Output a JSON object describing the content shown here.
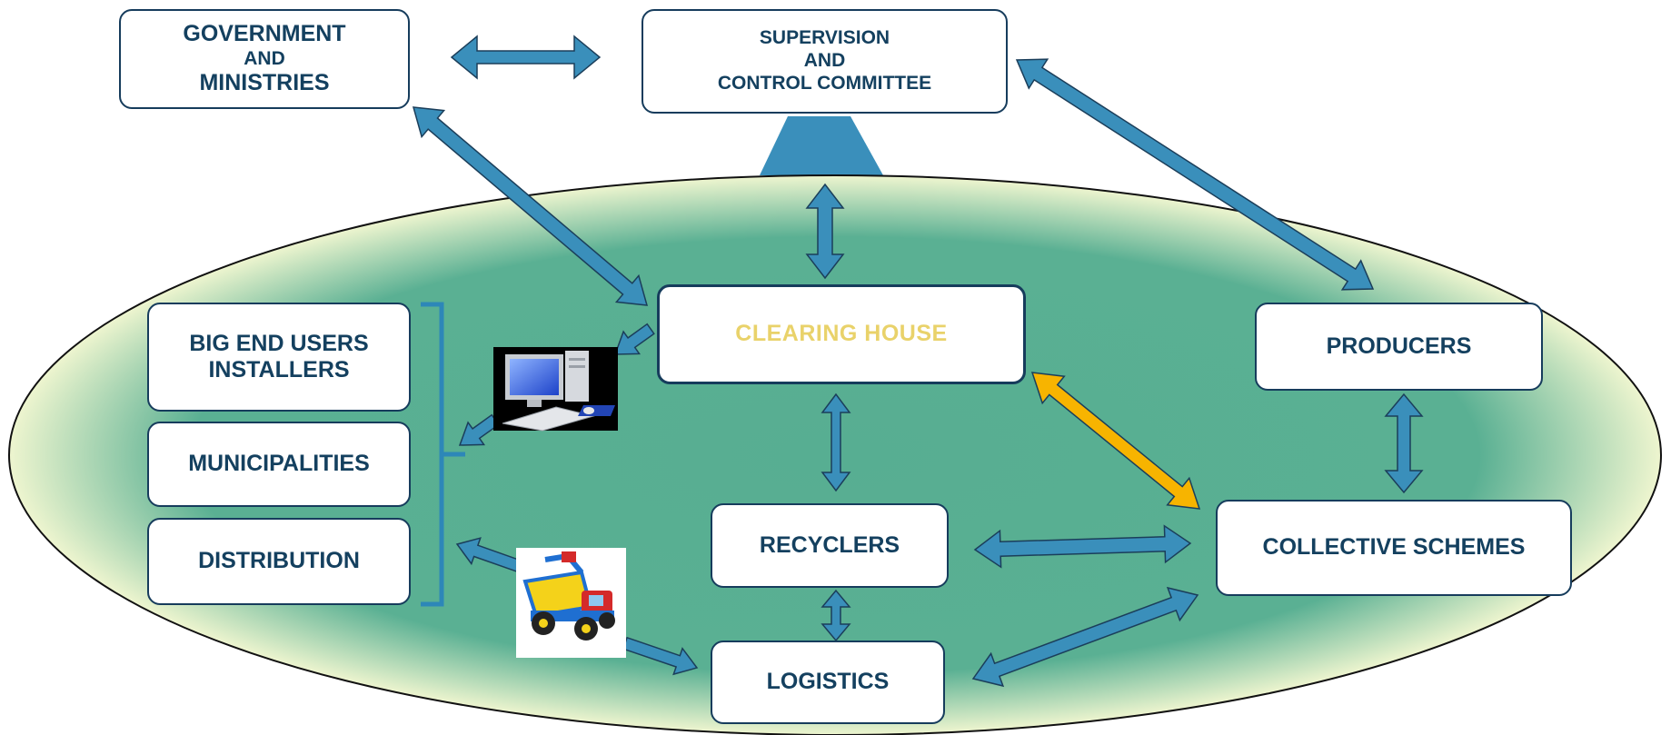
{
  "colors": {
    "ellipse_center": "#57ae92",
    "ellipse_edge": "#eef5cf",
    "arrow_blue": "#3a8fbb",
    "arrow_orange": "#f7b400",
    "box_border": "#163c5c",
    "box_text": "#14405f",
    "clearing_text": "#e9d26a",
    "bracket": "#2d87b8"
  },
  "boxes": {
    "government": {
      "line1": "GOVERNMENT",
      "line2": "AND",
      "line3": "MINISTRIES"
    },
    "supervision": {
      "line1": "SUPERVISION",
      "line2": "AND",
      "line3": "CONTROL COMMITTEE"
    },
    "clearing_house": {
      "label": "CLEARING HOUSE"
    },
    "big_end_users": {
      "line1": "BIG END USERS",
      "line2": "INSTALLERS"
    },
    "municipalities": {
      "label": "MUNICIPALITIES"
    },
    "distribution": {
      "label": "DISTRIBUTION"
    },
    "producers": {
      "label": "PRODUCERS"
    },
    "recyclers": {
      "label": "RECYCLERS"
    },
    "collective_schemes": {
      "label": "COLLECTIVE SCHEMES"
    },
    "logistics": {
      "label": "LOGISTICS"
    }
  },
  "images": {
    "computer": "computer-icon",
    "truck": "toy-truck-icon"
  }
}
